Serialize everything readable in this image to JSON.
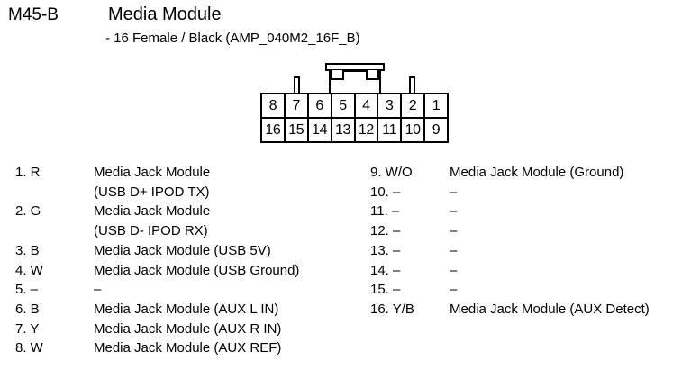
{
  "header": {
    "connector_id": "M45-B",
    "module_title": "Media Module",
    "subtitle": "- 16 Female / Black (AMP_040M2_16F_B)"
  },
  "connector": {
    "rows": [
      {
        "name": "top-row",
        "cells": [
          "8",
          "7",
          "6",
          "5",
          "4",
          "3",
          "2",
          "1"
        ]
      },
      {
        "name": "bottom-row",
        "cells": [
          "16",
          "15",
          "14",
          "13",
          "12",
          "11",
          "10",
          "9"
        ]
      }
    ]
  },
  "pin_list": {
    "left_column": [
      {
        "index": "1. R",
        "desc": "Media Jack Module",
        "desc2": "(USB D+ IPOD TX)"
      },
      {
        "index": "2. G",
        "desc": "Media Jack Module",
        "desc2": "(USB D- IPOD RX)"
      },
      {
        "index": "3. B",
        "desc": "Media Jack Module (USB 5V)",
        "desc2": ""
      },
      {
        "index": "4. W",
        "desc": "Media Jack Module (USB Ground)",
        "desc2": ""
      },
      {
        "index": "5. –",
        "desc": "–",
        "desc2": ""
      },
      {
        "index": "6. B",
        "desc": "Media Jack Module (AUX L IN)",
        "desc2": ""
      },
      {
        "index": "7. Y",
        "desc": "Media Jack Module (AUX R IN)",
        "desc2": ""
      },
      {
        "index": "8. W",
        "desc": "Media Jack Module (AUX REF)",
        "desc2": ""
      }
    ],
    "right_column": [
      {
        "index": "9. W/O",
        "desc": "Media Jack Module (Ground)",
        "desc2": ""
      },
      {
        "index": "10. –",
        "desc": "–",
        "desc2": ""
      },
      {
        "index": "11. –",
        "desc": "–",
        "desc2": ""
      },
      {
        "index": "12. –",
        "desc": "–",
        "desc2": ""
      },
      {
        "index": "13. –",
        "desc": "–",
        "desc2": ""
      },
      {
        "index": "14. –",
        "desc": "–",
        "desc2": ""
      },
      {
        "index": "15. –",
        "desc": "–",
        "desc2": ""
      },
      {
        "index": "16. Y/B",
        "desc": "Media Jack Module (AUX Detect)",
        "desc2": ""
      }
    ]
  },
  "colors": {
    "background": "#ffffff",
    "ink": "#000000"
  }
}
